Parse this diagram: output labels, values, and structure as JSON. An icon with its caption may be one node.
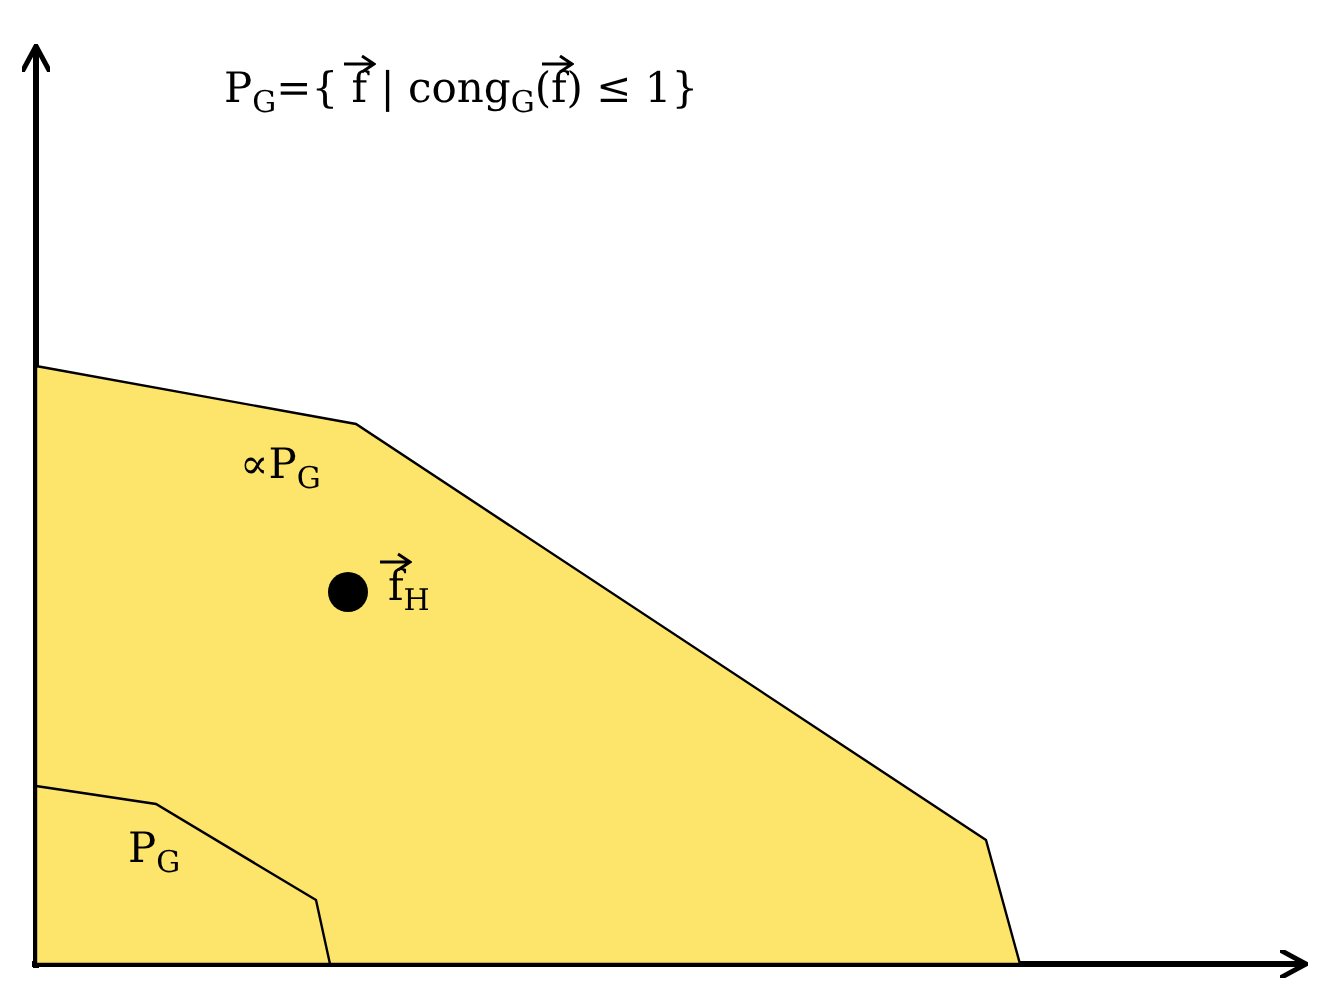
{
  "diagram": {
    "title": "P$_{G}$={ f⃗ | cong$_{G}$(f⃗) ≤ 1}",
    "nodes": [
      {
        "text": [
          "∝P$_{G}$"
        ]
      },
      {
        "text": [
          "P$_{G}$"
        ],
        "in": 0
      },
      {
        "text": [],
        "shape": "circle",
        "in": 0,
        "beside": [
          "f⃗$_{H}$"
        ]
      }
    ],
    "edges": []
  }
}
